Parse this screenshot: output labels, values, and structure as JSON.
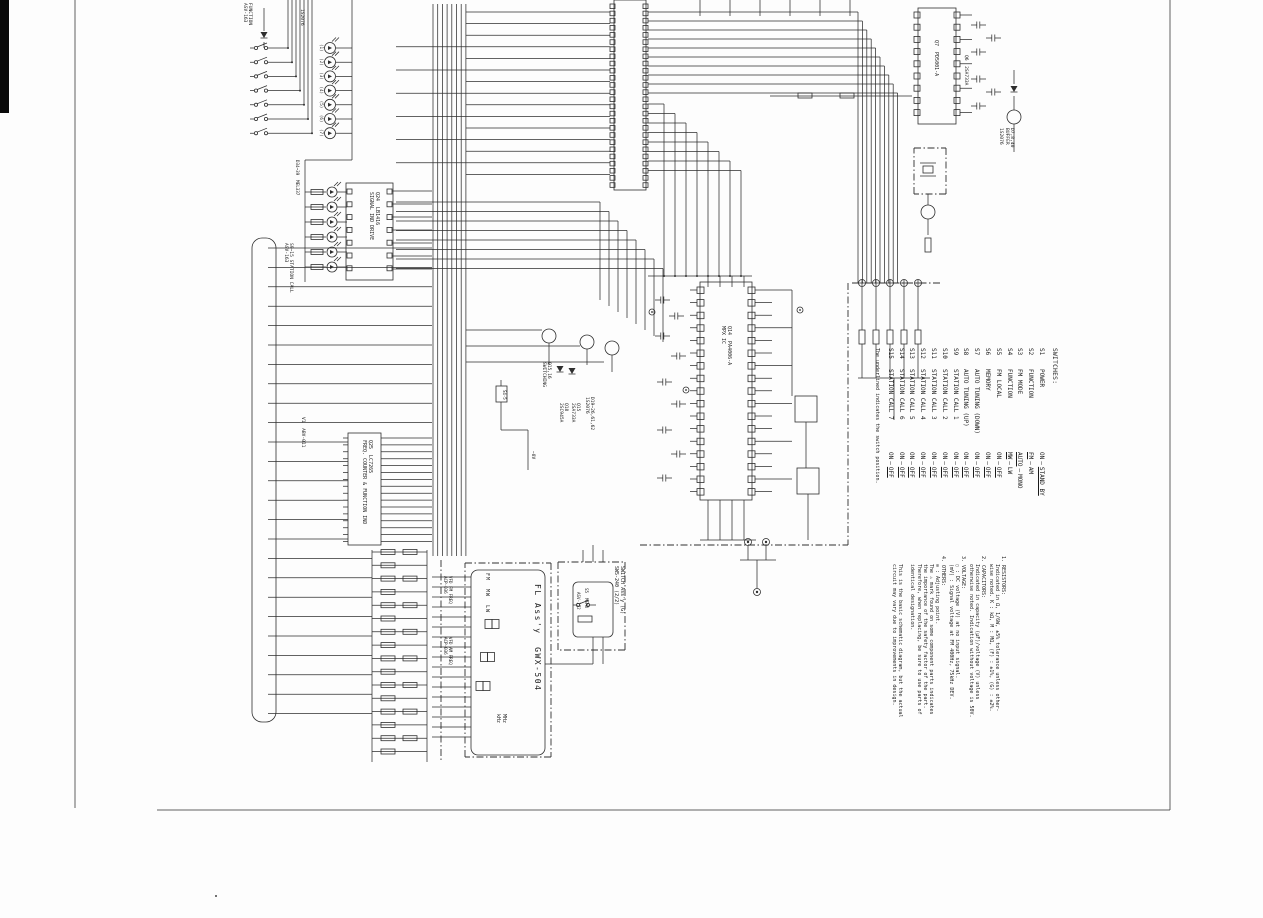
{
  "legend": {
    "title": "SWITCHES:",
    "sep": "–",
    "footnote": "The underlined indicates the switch position.",
    "items": [
      {
        "id": "S1",
        "name": "POWER",
        "a": "ON",
        "b": "STAND BY",
        "u": "b"
      },
      {
        "id": "S2",
        "name": "FUNCTION",
        "a": "FM",
        "b": "AM",
        "u": "a"
      },
      {
        "id": "S3",
        "name": "FM MODE",
        "a": "AUTO",
        "b": "MONO",
        "u": "a"
      },
      {
        "id": "S4",
        "name": "FUNCTION",
        "a": "MW",
        "b": "LW",
        "u": "a"
      },
      {
        "id": "S5",
        "name": "FM LOCAL",
        "a": "ON",
        "b": "OFF",
        "u": "b"
      },
      {
        "id": "S6",
        "name": "MEMORY",
        "a": "ON",
        "b": "OFF",
        "u": "b"
      },
      {
        "id": "S7",
        "name": "AUTO TUNING (DOWN)",
        "a": "ON",
        "b": "OFF",
        "u": "b"
      },
      {
        "id": "S8",
        "name": "AUTO TUNING (UP)",
        "a": "ON",
        "b": "OFF",
        "u": "b"
      },
      {
        "id": "S9",
        "name": "STATION CALL 1",
        "a": "ON",
        "b": "OFF",
        "u": "b"
      },
      {
        "id": "S10",
        "name": "STATION CALL 2",
        "a": "ON",
        "b": "OFF",
        "u": "b"
      },
      {
        "id": "S11",
        "name": "STATION CALL 3",
        "a": "ON",
        "b": "OFF",
        "u": "b"
      },
      {
        "id": "S12",
        "name": "STATION CALL 4",
        "a": "ON",
        "b": "OFF",
        "u": "b"
      },
      {
        "id": "S13",
        "name": "STATION CALL 5",
        "a": "ON",
        "b": "OFF",
        "u": "b"
      },
      {
        "id": "S14",
        "name": "STATION CALL 6",
        "a": "ON",
        "b": "OFF",
        "u": "b"
      },
      {
        "id": "S15",
        "name": "STATION CALL 7",
        "a": "ON",
        "b": "OFF",
        "u": "b"
      }
    ]
  },
  "notes": {
    "rows": [
      {
        "k": "h",
        "t": "1. RESISTORS:"
      },
      {
        "k": "l",
        "t": "Indicated in Ω, 1/6W, ±5% tolerance unless other-"
      },
      {
        "k": "l",
        "t": "wise noted. K : kΩ, M : MΩ, (F) : ±1%, (G) : ±2%."
      },
      {
        "k": "h",
        "t": "2. CAPACITORS:"
      },
      {
        "k": "l",
        "t": "Indicated in capacity (μF)/voltage (V) unless"
      },
      {
        "k": "l",
        "t": "otherwise noted. Indication without voltage is 50V."
      },
      {
        "k": "h",
        "t": "3. VOLTAGE:"
      },
      {
        "k": "l",
        "t": "▯ : DC voltage (V) at no input signal."
      },
      {
        "k": "l",
        "t": "(mV) : Signal voltage at FM 400Hz, 75kHz DEV."
      },
      {
        "k": "h",
        "t": "4. OTHERS:"
      },
      {
        "k": "l",
        "t": "⊙ : Adjusting point."
      },
      {
        "k": "l",
        "t": "The ⚠ mark found on some component parts indicates"
      },
      {
        "k": "l",
        "t": "the importance of the safety factor of the part."
      },
      {
        "k": "l",
        "t": "Therefore, when replacing, be sure to use parts of"
      },
      {
        "k": "l",
        "t": "identical designation."
      },
      {
        "k": "g",
        "t": ""
      },
      {
        "k": "l",
        "t": "This is the basic schematic diagram, but the actual"
      },
      {
        "k": "l",
        "t": "circuit may vary due to improvements in design."
      }
    ]
  },
  "labels": {
    "top_function": [
      "FUNCTION",
      "ASV-163"
    ],
    "d_top": [
      "1S2076"
    ],
    "station_assy": [
      "S9~15 STATION CALL",
      "ASV-163"
    ],
    "station_nums": [
      "(1)",
      "(2)",
      "(3)",
      "(4)",
      "(5)",
      "(6)",
      "(7)"
    ],
    "mel": [
      "D34~39  MEL337"
    ],
    "q24": [
      "Q24  LB1416",
      "SIGNAL IND DRIVE"
    ],
    "q25": [
      "Q25  LC7265",
      "FREQ. COUNTER & FUNCTION IND"
    ],
    "v1": [
      "V1  ABV-011"
    ],
    "fl": [
      "FL Ass'y  GWX-504"
    ],
    "vfd_fm": [
      "VFD FM FREQ",
      "ACP-036"
    ],
    "vfd_am": [
      "VFD AM FREQ",
      "ACP-036"
    ],
    "sw_assy": [
      "SWITCH Ass'y (G)",
      "SW5-240 (2/2)"
    ],
    "s5": [
      "S5  MEMO"
    ],
    "asv172": [
      "ASV-172"
    ],
    "sw1516": [
      "Q15,16",
      "SWITCHING"
    ],
    "q18": [
      "Q18",
      "2SC945A"
    ],
    "q15": [
      "Q15",
      "2SA733A"
    ],
    "d19": [
      "D19~26,61,62",
      "1S2076"
    ],
    "s45": [
      "S4-5"
    ],
    "neg8v": [
      "−8V"
    ],
    "mpx": [
      "Q14  PA4006-A",
      "MPX IC"
    ],
    "q7": [
      "Q7  PD5001-A"
    ],
    "q6": [
      "Q6  2SA733A"
    ],
    "buffer": [
      "D7,8,40",
      "BUFFER",
      "1S2076"
    ]
  },
  "display": {
    "bands": "FM  MW  LW",
    "digits": [
      "8",
      "8",
      "8"
    ],
    "units": [
      "MHz",
      "kHz"
    ]
  }
}
